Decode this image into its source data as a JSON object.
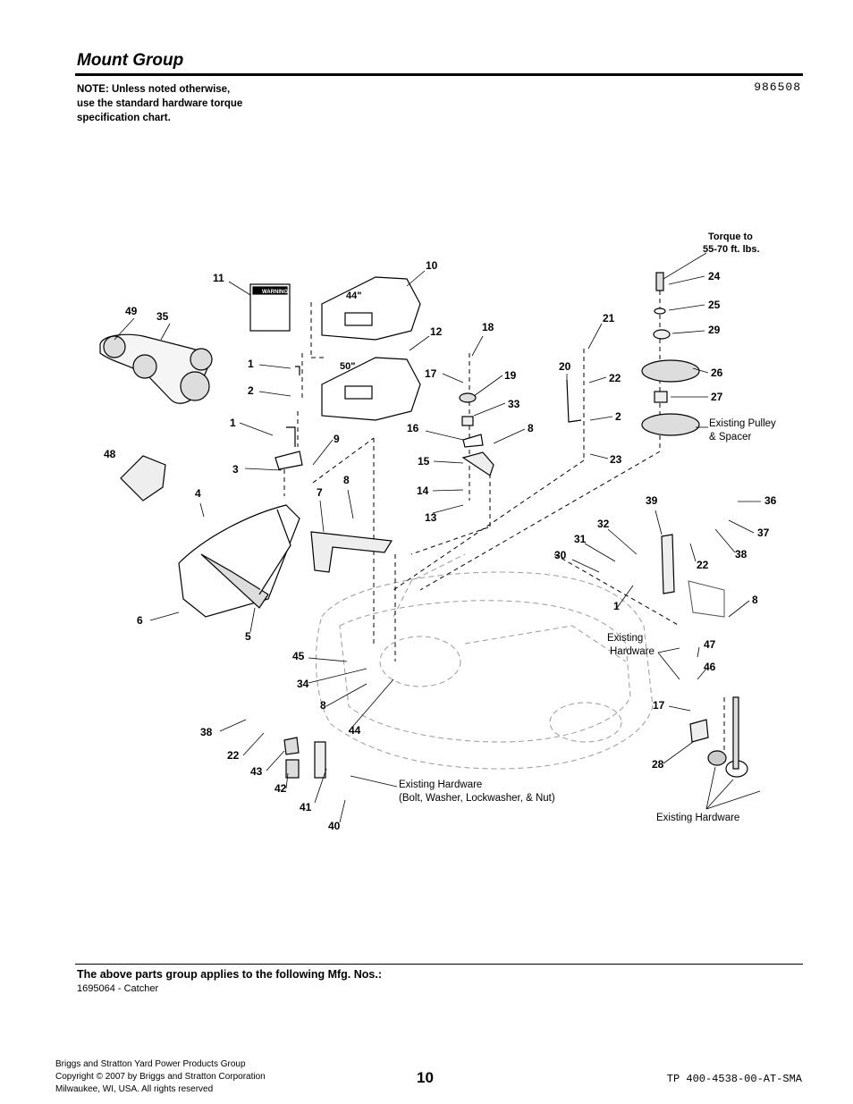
{
  "header": {
    "title": "Mount Group",
    "note_lines": [
      "NOTE: Unless noted otherwise,",
      "use the standard hardware torque",
      "specification chart."
    ],
    "diagram_id": "986508"
  },
  "diagram": {
    "callouts": {
      "torque": [
        "Torque to",
        "55-70 ft. lbs."
      ],
      "existing_pulley": [
        "Existing Pulley",
        "& Spacer"
      ],
      "existing_hardware_a": [
        "Existing",
        "Hardware"
      ],
      "existing_hardware_b": [
        "Existing Hardware",
        "(Bolt, Washer, Lockwasher, & Nut)"
      ],
      "existing_hardware_c": "Existing Hardware",
      "deck_44": "44\"",
      "deck_50": "50\"",
      "warning_label": "WARNING"
    },
    "part_numbers": [
      "11",
      "10",
      "49",
      "35",
      "12",
      "18",
      "21",
      "24",
      "25",
      "29",
      "26",
      "27",
      "1",
      "2",
      "17",
      "19",
      "20",
      "22",
      "33",
      "16",
      "8",
      "2",
      "1",
      "9",
      "48",
      "3",
      "15",
      "23",
      "4",
      "7",
      "8",
      "14",
      "13",
      "39",
      "36",
      "32",
      "37",
      "31",
      "30",
      "22",
      "38",
      "8",
      "1",
      "6",
      "5",
      "45",
      "47",
      "34",
      "46",
      "8",
      "17",
      "38",
      "22",
      "44",
      "43",
      "28",
      "42",
      "41",
      "40"
    ]
  },
  "applies": {
    "heading": "The above parts group applies to the following Mfg. Nos.:",
    "mfg_numbers": "1695064 - Catcher"
  },
  "footer": {
    "company_lines": [
      "Briggs and Stratton Yard Power Products Group",
      "Copyright ©  2007 by Briggs and Stratton Corporation",
      "Milwaukee, WI, USA. All rights reserved"
    ],
    "page_number": "10",
    "doc_code": "TP 400-4538-00-AT-SMA"
  }
}
